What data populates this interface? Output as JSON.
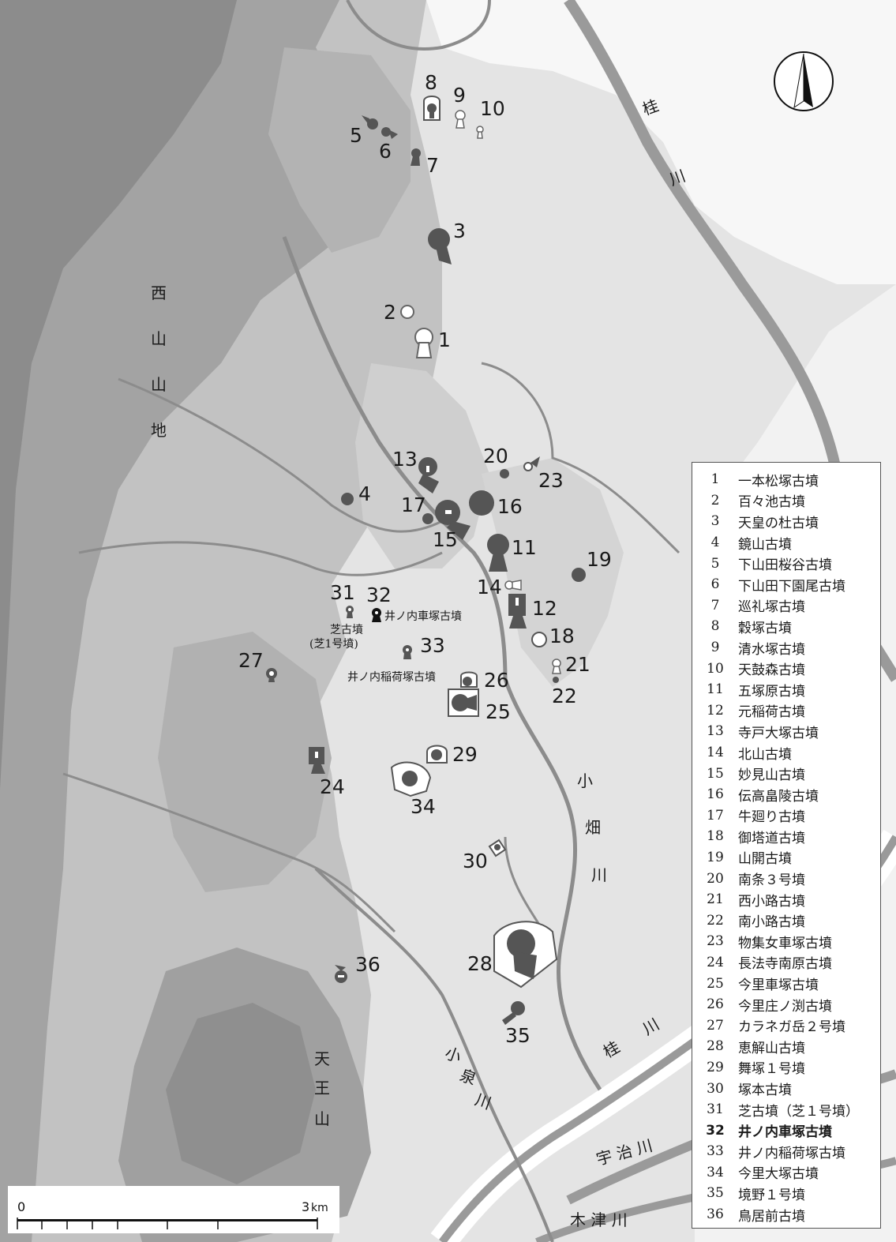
{
  "compass": {
    "icon": "north-arrow-icon"
  },
  "region_labels": {
    "nishiyama": [
      "西",
      "山",
      "山",
      "地"
    ],
    "katsura_upper": [
      "桂",
      "川"
    ],
    "obata": [
      "小",
      "畑",
      "川"
    ],
    "tennozan": [
      "天",
      "王",
      "山"
    ],
    "koizumi": [
      "小",
      "泉",
      "川"
    ],
    "katsura_lower": [
      "桂",
      "川"
    ],
    "uji": "宇 治 川",
    "kizu": "木 津 川"
  },
  "sites": [
    {
      "id": "1",
      "label": "1"
    },
    {
      "id": "2",
      "label": "2"
    },
    {
      "id": "3",
      "label": "3"
    },
    {
      "id": "4",
      "label": "4"
    },
    {
      "id": "5",
      "label": "5"
    },
    {
      "id": "6",
      "label": "6"
    },
    {
      "id": "7",
      "label": "7"
    },
    {
      "id": "8",
      "label": "8"
    },
    {
      "id": "9",
      "label": "9"
    },
    {
      "id": "10",
      "label": "10"
    },
    {
      "id": "11",
      "label": "11"
    },
    {
      "id": "12",
      "label": "12"
    },
    {
      "id": "13",
      "label": "13"
    },
    {
      "id": "14",
      "label": "14"
    },
    {
      "id": "15",
      "label": "15"
    },
    {
      "id": "16",
      "label": "16"
    },
    {
      "id": "17",
      "label": "17"
    },
    {
      "id": "18",
      "label": "18"
    },
    {
      "id": "19",
      "label": "19"
    },
    {
      "id": "20",
      "label": "20"
    },
    {
      "id": "21",
      "label": "21"
    },
    {
      "id": "22",
      "label": "22"
    },
    {
      "id": "23",
      "label": "23"
    },
    {
      "id": "24",
      "label": "24"
    },
    {
      "id": "25",
      "label": "25"
    },
    {
      "id": "26",
      "label": "26"
    },
    {
      "id": "27",
      "label": "27"
    },
    {
      "id": "28",
      "label": "28"
    },
    {
      "id": "29",
      "label": "29"
    },
    {
      "id": "30",
      "label": "30"
    },
    {
      "id": "31",
      "label": "31"
    },
    {
      "id": "32",
      "label": "32"
    },
    {
      "id": "33",
      "label": "33"
    },
    {
      "id": "34",
      "label": "34"
    },
    {
      "id": "35",
      "label": "35"
    },
    {
      "id": "36",
      "label": "36"
    }
  ],
  "site_names_on_map": {
    "site32": "井ノ内車塚古墳",
    "site31_line1": "芝古墳",
    "site31_line2": "(芝1号墳)",
    "site33": "井ノ内稲荷塚古墳"
  },
  "legend": [
    {
      "num": "1",
      "name": "一本松塚古墳"
    },
    {
      "num": "2",
      "name": "百々池古墳"
    },
    {
      "num": "3",
      "name": "天皇の杜古墳"
    },
    {
      "num": "4",
      "name": "鏡山古墳"
    },
    {
      "num": "5",
      "name": "下山田桜谷古墳"
    },
    {
      "num": "6",
      "name": "下山田下園尾古墳"
    },
    {
      "num": "7",
      "name": "巡礼塚古墳"
    },
    {
      "num": "8",
      "name": "穀塚古墳"
    },
    {
      "num": "9",
      "name": "清水塚古墳"
    },
    {
      "num": "10",
      "name": "天鼓森古墳"
    },
    {
      "num": "11",
      "name": "五塚原古墳"
    },
    {
      "num": "12",
      "name": "元稲荷古墳"
    },
    {
      "num": "13",
      "name": "寺戸大塚古墳"
    },
    {
      "num": "14",
      "name": "北山古墳"
    },
    {
      "num": "15",
      "name": "妙見山古墳"
    },
    {
      "num": "16",
      "name": "伝高畠陵古墳"
    },
    {
      "num": "17",
      "name": "牛廻り古墳"
    },
    {
      "num": "18",
      "name": "御塔道古墳"
    },
    {
      "num": "19",
      "name": "山開古墳"
    },
    {
      "num": "20",
      "name": "南条３号墳"
    },
    {
      "num": "21",
      "name": "西小路古墳"
    },
    {
      "num": "22",
      "name": "南小路古墳"
    },
    {
      "num": "23",
      "name": "物集女車塚古墳"
    },
    {
      "num": "24",
      "name": "長法寺南原古墳"
    },
    {
      "num": "25",
      "name": "今里車塚古墳"
    },
    {
      "num": "26",
      "name": "今里庄ノ渕古墳"
    },
    {
      "num": "27",
      "name": "カラネガ岳２号墳"
    },
    {
      "num": "28",
      "name": "恵解山古墳"
    },
    {
      "num": "29",
      "name": "舞塚１号墳"
    },
    {
      "num": "30",
      "name": "塚本古墳"
    },
    {
      "num": "31",
      "name": "芝古墳（芝１号墳）"
    },
    {
      "num": "32",
      "name": "井ノ内車塚古墳",
      "highlight": true
    },
    {
      "num": "33",
      "name": "井ノ内稲荷塚古墳"
    },
    {
      "num": "34",
      "name": "今里大塚古墳"
    },
    {
      "num": "35",
      "name": "境野１号墳"
    },
    {
      "num": "36",
      "name": "鳥居前古墳"
    }
  ],
  "scale_bar": {
    "start": "0",
    "end": "3",
    "unit": "km"
  }
}
